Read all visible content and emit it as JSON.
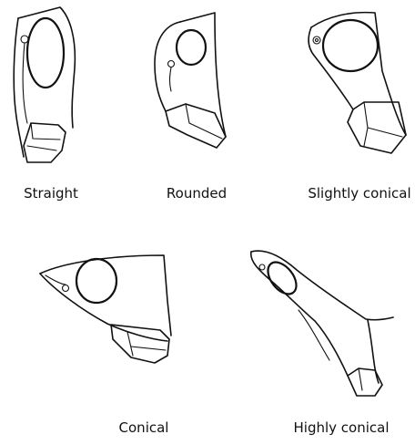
{
  "labels": {
    "straight": "Straight",
    "rounded": "Rounded",
    "slightly_conical": "Slightly conical",
    "conical": "Conical",
    "highly_conical": "Highly conical"
  }
}
